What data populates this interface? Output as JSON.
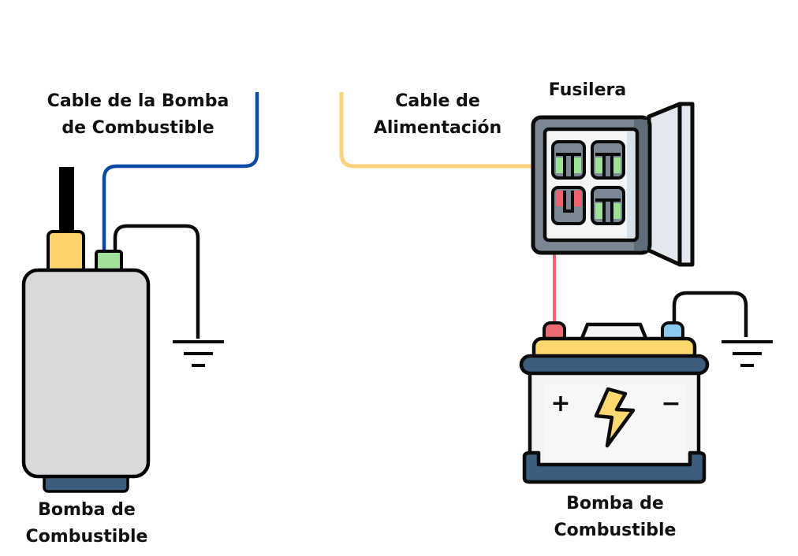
{
  "labels": {
    "pump_cable": [
      "Cable de la Bomba",
      "de Combustible"
    ],
    "power_cable": [
      "Cable de",
      "Alimentación"
    ],
    "fuse_box": "Fusilera",
    "pump": [
      "Bomba de",
      "Combustible"
    ],
    "battery": [
      "Bomba de",
      "Combustible"
    ]
  },
  "colors": {
    "pump_cable": "#0a4aa3",
    "power_cable": "#fcd27a",
    "fuse_to_battery": "#f0646e",
    "ground_wire": "#0a0a0a",
    "pump_body": "#d9d9d9",
    "pump_base": "#3b5e7c",
    "pump_yellow_terminal": "#fcd36b",
    "pump_green_terminal": "#a1e19a",
    "fuse_box_frame": "#7b8893",
    "fuse_box_inner": "#f3f5f7",
    "fuse_green": "#9fe097",
    "fuse_red": "#f2616b",
    "battery_top": "#fcd86e",
    "battery_band": "#3b5e7c",
    "battery_body": "#f4f3f6",
    "battery_positive_terminal": "#ea6a72",
    "battery_negative_terminal": "#8dc8ef",
    "bolt": "#fcd86e"
  },
  "symbols": {
    "battery_plus": "+",
    "battery_minus": "−"
  }
}
